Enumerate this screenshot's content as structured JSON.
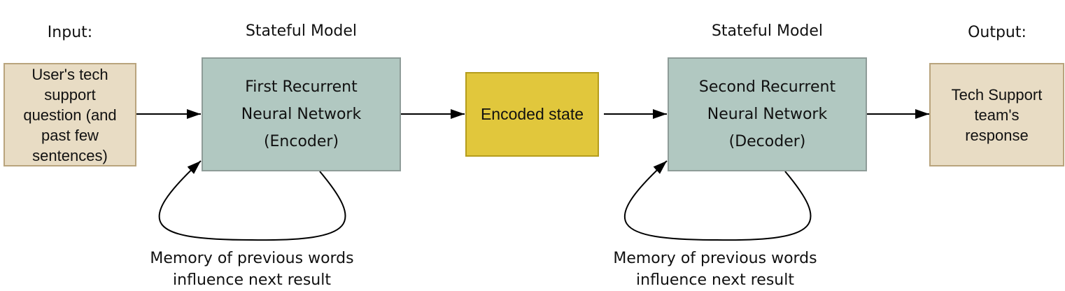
{
  "input": {
    "heading": "Input:",
    "lines": [
      "User's tech",
      "support",
      "question (and",
      "past few",
      "sentences)"
    ]
  },
  "encoder": {
    "heading": "Stateful Model",
    "lines": [
      "First Recurrent",
      "Neural Network",
      "(Encoder)"
    ],
    "memory_note": [
      "Memory of previous words",
      "influence next result"
    ]
  },
  "state": {
    "label": "Encoded state"
  },
  "decoder": {
    "heading": "Stateful Model",
    "lines": [
      "Second Recurrent",
      "Neural Network",
      "(Decoder)"
    ],
    "memory_note": [
      "Memory of previous words",
      "influence next result"
    ]
  },
  "output": {
    "heading": "Output:",
    "lines": [
      "Tech Support",
      "team's",
      "response"
    ]
  },
  "colors": {
    "beige": "#e8dcc4",
    "teal": "#b1c8c1",
    "gold": "#e1c73c",
    "line": "#000000"
  }
}
